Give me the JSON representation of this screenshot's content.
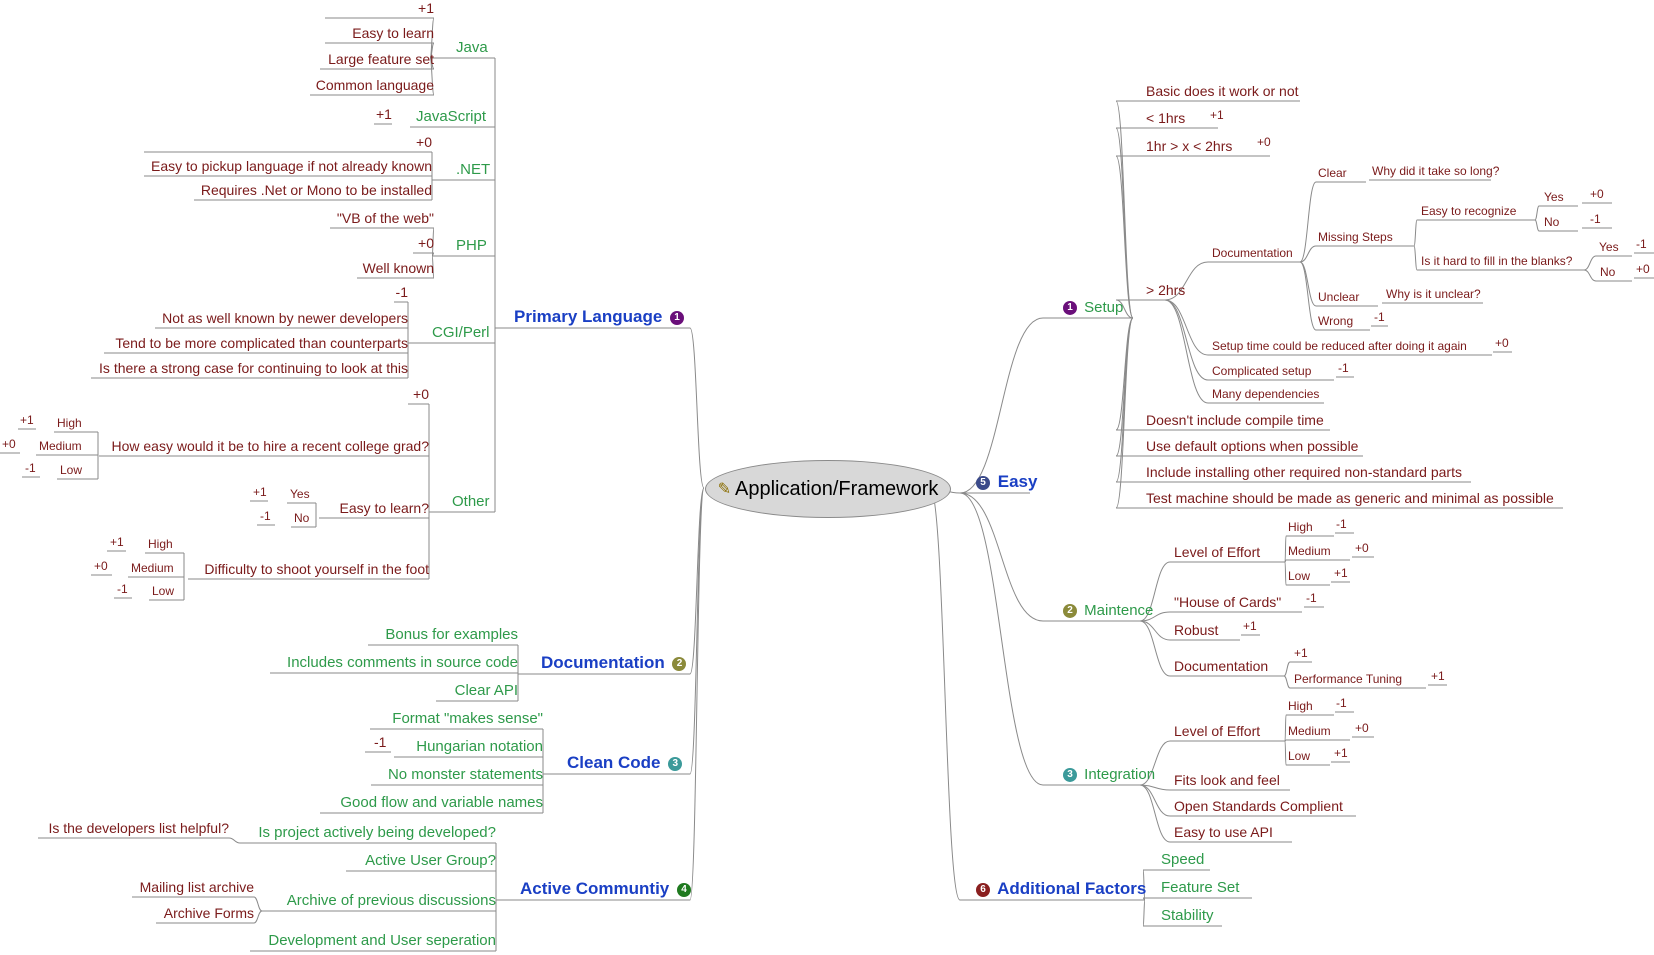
{
  "central": {
    "title": "Application/Framework"
  },
  "colors": {
    "line": "#8a8a8a",
    "red": "#7a1a1a",
    "green": "#2e9a4a",
    "blue": "#1a3fc4",
    "badge1": "#6a0f7a",
    "badge2": "#8b8a3a",
    "badge3": "#3b9a9a",
    "badge4": "#1f7a1f",
    "badge5": "#3b4a8a",
    "badge6": "#8a1f1f"
  },
  "branches": {
    "primary_language": {
      "label": "Primary Language",
      "badge": "1",
      "java": {
        "label": "Java",
        "items": [
          "+1",
          "Easy to learn",
          "Large feature set",
          "Common language"
        ]
      },
      "javascript": {
        "label": "JavaScript",
        "score": "+1"
      },
      "dotnet": {
        "label": ".NET",
        "items": [
          "+0",
          "Easy to pickup language if not already known",
          "Requires .Net or Mono to be installed"
        ]
      },
      "php": {
        "label": "PHP",
        "items": [
          "\"VB of the web\"",
          "+0",
          "Well known"
        ]
      },
      "cgi_perl": {
        "label": "CGI/Perl",
        "items": [
          "-1",
          "Not as well known by newer developers",
          "Tend to be more complicated than counterparts",
          "Is there a strong case for continuing to look at this"
        ]
      },
      "other": {
        "label": "Other",
        "score": "+0",
        "hire": {
          "label": "How easy would it be to hire a recent college grad?",
          "levels": [
            {
              "name": "High",
              "score": "+1"
            },
            {
              "name": "Medium",
              "score": "+0"
            },
            {
              "name": "Low",
              "score": "-1"
            }
          ]
        },
        "learn": {
          "label": "Easy to learn?",
          "options": [
            {
              "name": "Yes",
              "score": "+1"
            },
            {
              "name": "No",
              "score": "-1"
            }
          ]
        },
        "shoot": {
          "label": "Difficulty to shoot yourself in the foot",
          "levels": [
            {
              "name": "High",
              "score": "+1"
            },
            {
              "name": "Medium",
              "score": "+0"
            },
            {
              "name": "Low",
              "score": "-1"
            }
          ]
        }
      }
    },
    "documentation": {
      "label": "Documentation",
      "badge": "2",
      "items": [
        "Bonus for examples",
        "Includes comments in source code",
        "Clear API"
      ]
    },
    "clean_code": {
      "label": "Clean Code",
      "badge": "3",
      "items": [
        "Format \"makes sense\"",
        "Hungarian notation",
        "No monster statements",
        "Good flow and variable names"
      ],
      "hungarian_score": "-1"
    },
    "active_community": {
      "label": "Active Communtiy",
      "badge": "4",
      "developed": {
        "label": "Is project actively being developed?",
        "sub": "Is the developers list helpful?"
      },
      "user_group": "Active User Group?",
      "archive": {
        "label": "Archive of previous discussions",
        "subs": [
          "Mailing list archive",
          "Archive Forms"
        ]
      },
      "separation": "Development and User seperation"
    },
    "easy": {
      "label": "Easy",
      "badge": "5",
      "setup": {
        "label": "Setup",
        "badge": "1",
        "basic": "Basic does it work or not",
        "lt1": {
          "label": "< 1hrs",
          "score": "+1"
        },
        "bt12": {
          "label": "1hr > x < 2hrs",
          "score": "+0"
        },
        "gt2": {
          "label": "> 2hrs",
          "documentation": {
            "label": "Documentation",
            "clear": {
              "label": "Clear",
              "sub": "Why did it take so long?"
            },
            "missing": {
              "label": "Missing Steps",
              "recognize": {
                "label": "Easy to recognize",
                "options": [
                  {
                    "name": "Yes",
                    "score": "+0"
                  },
                  {
                    "name": "No",
                    "score": "-1"
                  }
                ]
              },
              "fill": {
                "label": "Is it hard to fill in the blanks?",
                "options": [
                  {
                    "name": "Yes",
                    "score": "-1"
                  },
                  {
                    "name": "No",
                    "score": "+0"
                  }
                ]
              }
            },
            "unclear": {
              "label": "Unclear",
              "sub": "Why is it unclear?"
            },
            "wrong": {
              "label": "Wrong",
              "score": "-1"
            }
          },
          "reduced": {
            "label": "Setup time could be reduced after doing it again",
            "score": "+0"
          },
          "complicated": {
            "label": "Complicated setup",
            "score": "-1"
          },
          "deps": "Many dependencies"
        },
        "notes": [
          "Doesn't include compile time",
          "Use default options when possible",
          "Include installing other required non-standard parts",
          "Test machine should be made as generic and minimal as possible"
        ]
      },
      "maintence": {
        "label": "Maintence",
        "badge": "2",
        "effort": {
          "label": "Level of Effort",
          "levels": [
            {
              "name": "High",
              "score": "-1"
            },
            {
              "name": "Medium",
              "score": "+0"
            },
            {
              "name": "Low",
              "score": "+1"
            }
          ]
        },
        "cards": {
          "label": "\"House of Cards\"",
          "score": "-1"
        },
        "robust": {
          "label": "Robust",
          "score": "+1"
        },
        "documentation": {
          "label": "Documentation",
          "score": "+1",
          "tuning": {
            "label": "Performance Tuning",
            "score": "+1"
          }
        }
      },
      "integration": {
        "label": "Integration",
        "badge": "3",
        "effort": {
          "label": "Level of Effort",
          "levels": [
            {
              "name": "High",
              "score": "-1"
            },
            {
              "name": "Medium",
              "score": "+0"
            },
            {
              "name": "Low",
              "score": "+1"
            }
          ]
        },
        "items": [
          "Fits look and feel",
          "Open Standards Complient",
          "Easy to use API"
        ]
      }
    },
    "additional": {
      "label": "Additional Factors",
      "badge": "6",
      "items": [
        "Speed",
        "Feature Set",
        "Stability"
      ]
    }
  }
}
